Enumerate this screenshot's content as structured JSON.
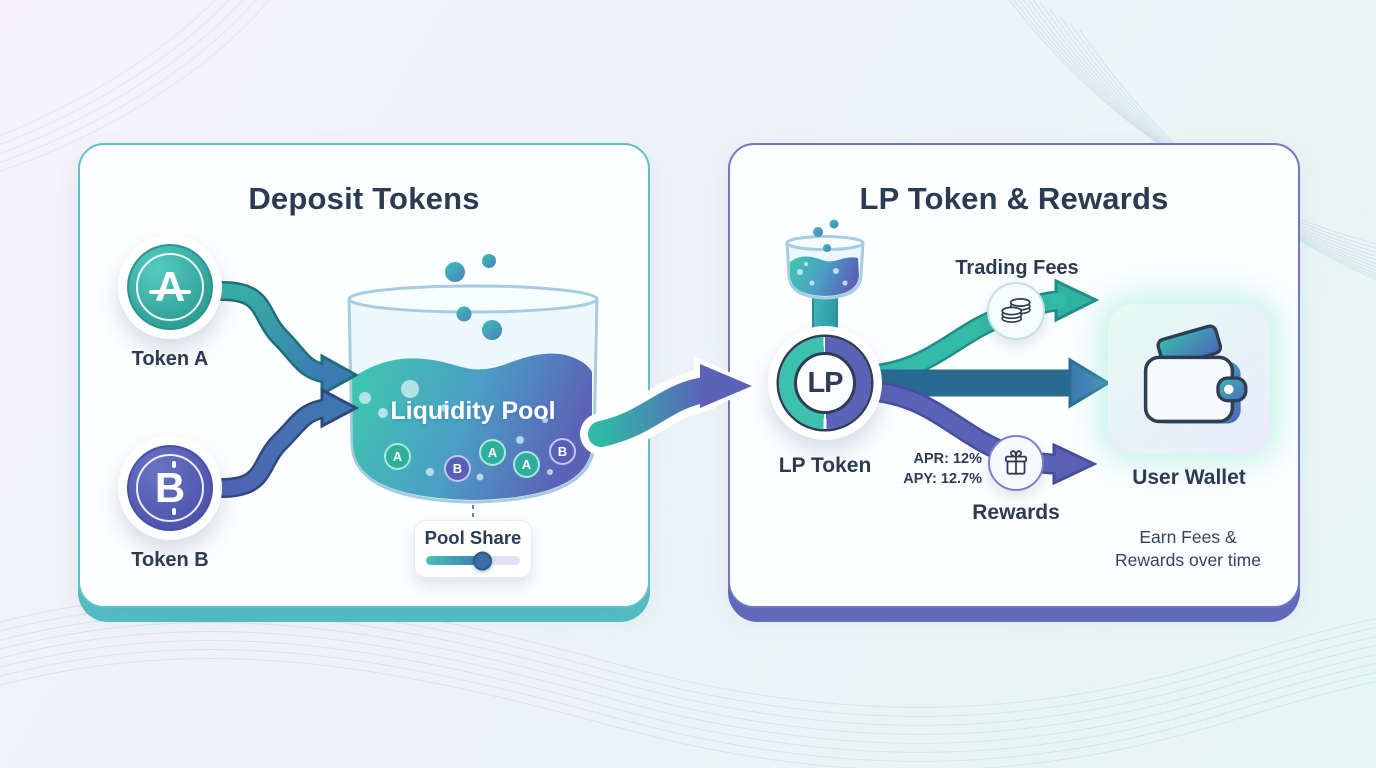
{
  "colors": {
    "ink": "#2b3b52",
    "panel-teal": "#54bec2",
    "panel-teal-border": "#5ec3c6",
    "panel-indigo": "#6269bd",
    "panel-indigo-border": "#7076c4",
    "teal": "#3cc0b0",
    "indigo": "#5a63b8",
    "slider-start": "#49c2b3",
    "slider-end": "#3f7ab5"
  },
  "left_panel": {
    "title": "Deposit Tokens",
    "token_a": {
      "symbol": "A",
      "label": "Token A"
    },
    "token_b": {
      "symbol": "B",
      "label": "Token B"
    },
    "pool": {
      "label": "Liquidity Pool",
      "coins": [
        "A",
        "B",
        "A",
        "A",
        "B"
      ]
    },
    "pool_share": {
      "label": "Pool Share",
      "slider_percent": 60
    }
  },
  "right_panel": {
    "title": "LP Token & Rewards",
    "lp_token": {
      "symbol": "LP",
      "label": "LP Token"
    },
    "trading_fees": {
      "label": "Trading Fees"
    },
    "rewards": {
      "label": "Rewards",
      "apr": "APR: 12%",
      "apy": "APY: 12.7%"
    },
    "wallet": {
      "label": "User Wallet",
      "caption_line1": "Earn Fees &",
      "caption_line2": "Rewards over time"
    }
  }
}
